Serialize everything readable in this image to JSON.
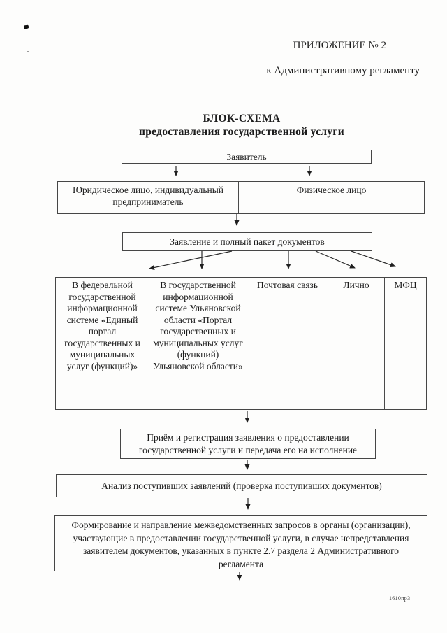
{
  "header": {
    "appendix": "ПРИЛОЖЕНИЕ № 2",
    "regulation": "к Административному регламенту"
  },
  "title": {
    "line1": "БЛОК-СХЕМА",
    "line2": "предоставления государственной услуги"
  },
  "flow": {
    "applicant": "Заявитель",
    "legal_entity": "Юридическое лицо, индивидуальный предприниматель",
    "individual": "Физическое лицо",
    "application": "Заявление и полный пакет документов",
    "channels": [
      "В федеральной государственной информационной системе «Единый портал государственных и муниципальных услуг (функций)»",
      "В государственной информационной системе Ульяновской области «Портал государственных и муниципальных услуг (функций) Ульяновской области»",
      "Почтовая связь",
      "Лично",
      "МФЦ"
    ],
    "reception": "Приём и регистрация заявления о предоставлении государственной услуги и передача его на исполнение",
    "analysis": "Анализ поступивших заявлений (проверка поступивших документов)",
    "interagency": "Формирование и направление межведомственных запросов в органы (организации), участвующие в предоставлении государственной услуги, в случае непредставления заявителем документов, указанных в пункте 2.7 раздела 2 Административного регламента"
  },
  "footer": {
    "code": "1610пр3"
  },
  "colors": {
    "line": "#2b2b2b",
    "border": "#464646",
    "text": "#1c1c1c"
  }
}
